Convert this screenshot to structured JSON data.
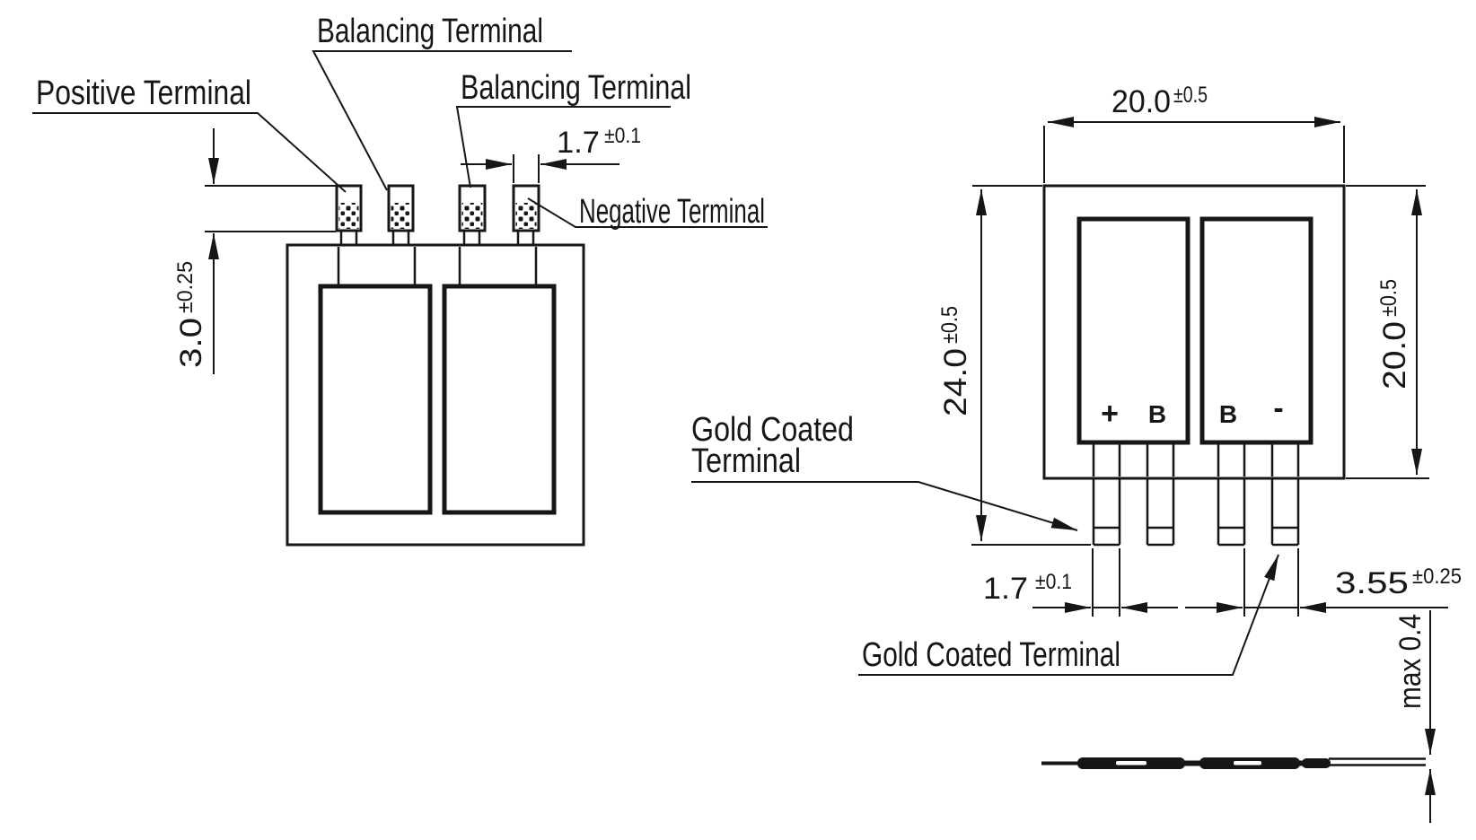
{
  "colors": {
    "ink": "#161616",
    "background": "#ffffff"
  },
  "labels": {
    "positive_terminal": "Positive Terminal",
    "balancing_terminal_top": "Balancing Terminal",
    "balancing_terminal_mid": "Balancing Terminal",
    "negative_terminal": "Negative Terminal",
    "gold_coated_line1": "Gold Coated",
    "gold_coated_line2": "Terminal",
    "gold_coated_bottom": "Gold Coated Terminal"
  },
  "dimensions": {
    "terminal_width_top": {
      "value": "1.7",
      "tolerance": "±0.1"
    },
    "terminal_height": {
      "value": "3.0",
      "tolerance": "±0.25"
    },
    "body_width": {
      "value": "20.0",
      "tolerance": "±0.5"
    },
    "overall_height": {
      "value": "24.0",
      "tolerance": "±0.5"
    },
    "body_height": {
      "value": "20.0",
      "tolerance": "±0.5"
    },
    "terminal_width_bottom": {
      "value": "1.7",
      "tolerance": "±0.1"
    },
    "terminal_pitch": {
      "value": "3.55",
      "tolerance": "±0.25"
    },
    "max_thickness": {
      "value": "max 0.4"
    }
  },
  "cell_markings": {
    "left_plus": "+",
    "left_b": "B",
    "right_b": "B",
    "right_minus": "-"
  }
}
